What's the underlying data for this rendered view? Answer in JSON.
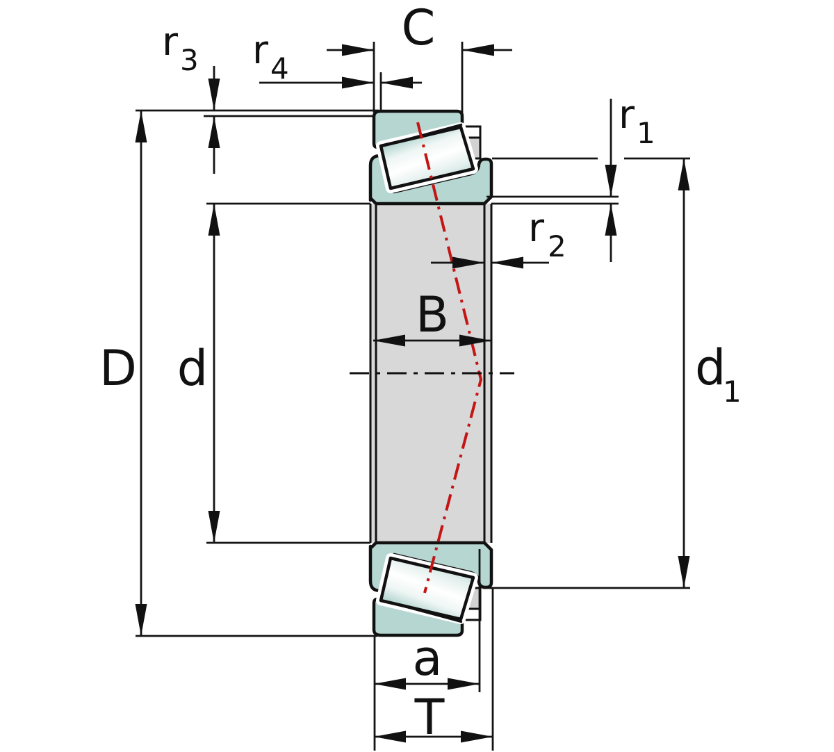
{
  "figure": {
    "kind": "bearing-dimension-drawing",
    "subject": "Single-row tapered roller bearing cross-section with boundary dimensions",
    "background": "#ffffff",
    "colors": {
      "ring_fill": "#b5d6d1",
      "roller_edge": "#9cc7c0",
      "roller_highlight": "#ffffff",
      "bore_fill": "#d8d8d8",
      "cage_gap_fill": "#d2d2d2",
      "outline": "#111111",
      "dimension_line": "#141414",
      "roller_axis_red": "#c41414"
    }
  },
  "labels": {
    "D": "D",
    "d": "d",
    "C": "C",
    "B": "B",
    "T": "T",
    "a": "a",
    "d1": {
      "base": "d",
      "sub": "1"
    },
    "r1": {
      "base": "r",
      "sub": "1"
    },
    "r2": {
      "base": "r",
      "sub": "2"
    },
    "r3": {
      "base": "r",
      "sub": "3"
    },
    "r4": {
      "base": "r",
      "sub": "4"
    }
  }
}
